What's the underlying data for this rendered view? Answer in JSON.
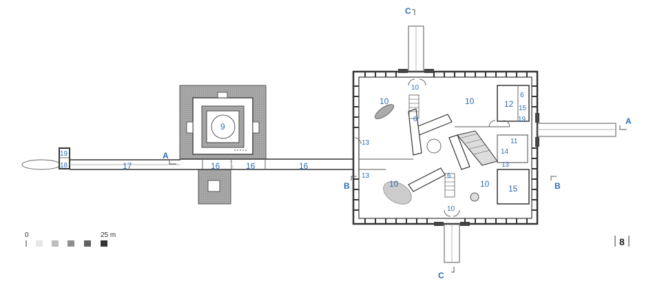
{
  "rooms": {
    "r9": "9",
    "r10_nw": "10",
    "r10_ne": "10",
    "r10_sw": "10",
    "r10_se": "10",
    "r10_n": "10",
    "r10_s": "10",
    "r11": "11",
    "r12": "12",
    "r13a": "13",
    "r13b": "13",
    "r13c": "13",
    "r14": "14",
    "r15": "15",
    "r15b": "15",
    "r6a": "6",
    "r6b": "6",
    "r6c": "6",
    "r16a": "16",
    "r16b": "16",
    "r16c": "16",
    "r17": "17",
    "r18": "18",
    "r19": "19",
    "r19b": "19"
  },
  "sections": {
    "a_left": "A",
    "a_right": "A",
    "b_left": "B",
    "b_right": "B",
    "c_top": "C",
    "c_bottom": "C"
  },
  "scale": {
    "zero": "0",
    "length": "25 m"
  },
  "page": {
    "number": "8"
  },
  "colors": {
    "label_blue": "#2f6db5",
    "wall": "#444444",
    "hatch_grey": "#9a9a9a"
  }
}
